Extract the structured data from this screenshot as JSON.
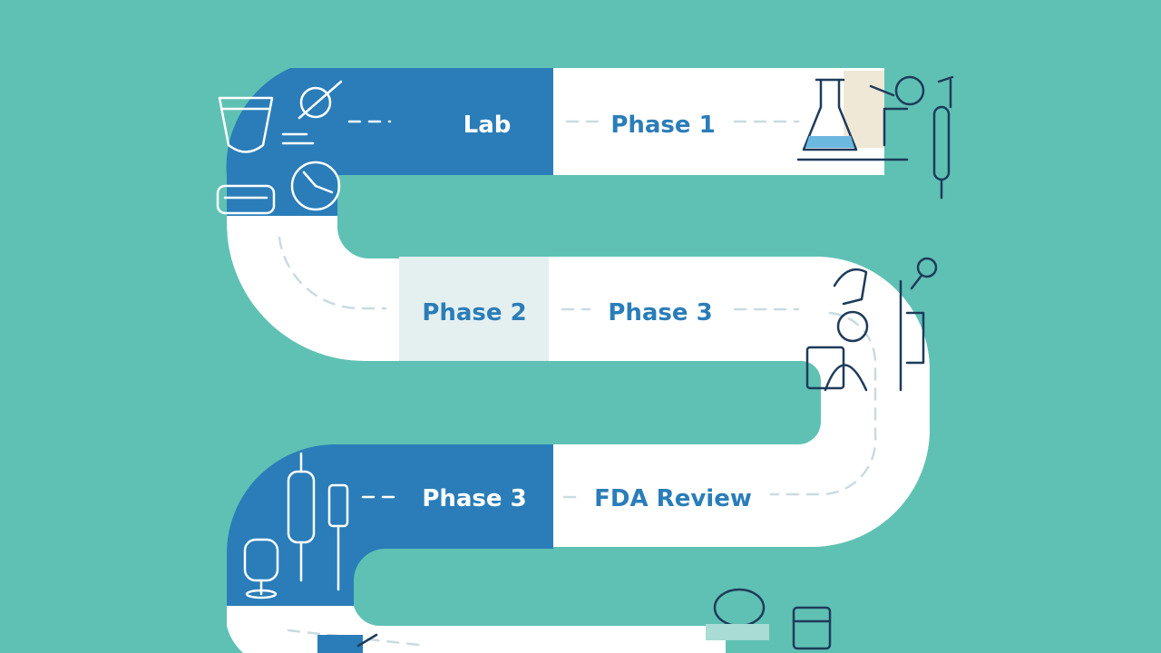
{
  "path": {
    "stages": [
      {
        "label": "Lab"
      },
      {
        "label": "Phase 1"
      },
      {
        "label": "Phase 2"
      },
      {
        "label": "Phase 3"
      },
      {
        "label": "Phase 3"
      },
      {
        "label": "FDA Review"
      }
    ]
  },
  "colors": {
    "background": "#5fc1b4",
    "road_white": "#ffffff",
    "road_blue": "#2a7db8",
    "road_light": "#e4efef",
    "label_blue": "#2a7db8"
  },
  "icons": [
    "beaker-icon",
    "pipette-icon",
    "clock-icon",
    "flask-icon",
    "magnifier-icon",
    "test-tube-icon",
    "microscope-icon",
    "lightbulb-icon",
    "iv-bag-icon",
    "syringe-icon",
    "scanner-icon",
    "pill-bottle-icon",
    "specimen-jar-icon"
  ]
}
